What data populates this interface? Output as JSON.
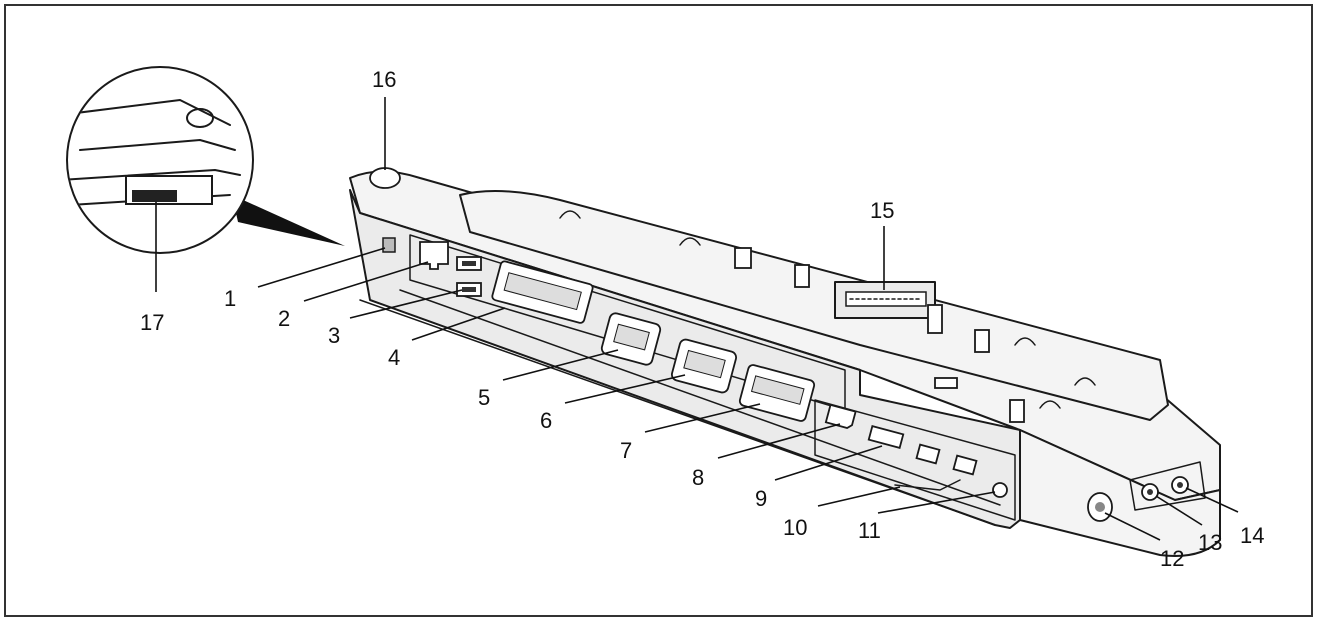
{
  "figure": {
    "callouts": [
      {
        "id": "1",
        "label": "1"
      },
      {
        "id": "2",
        "label": "2"
      },
      {
        "id": "3",
        "label": "3"
      },
      {
        "id": "4",
        "label": "4"
      },
      {
        "id": "5",
        "label": "5"
      },
      {
        "id": "6",
        "label": "6"
      },
      {
        "id": "7",
        "label": "7"
      },
      {
        "id": "8",
        "label": "8"
      },
      {
        "id": "9",
        "label": "9"
      },
      {
        "id": "10",
        "label": "10"
      },
      {
        "id": "11",
        "label": "11"
      },
      {
        "id": "12",
        "label": "12"
      },
      {
        "id": "13",
        "label": "13"
      },
      {
        "id": "14",
        "label": "14"
      },
      {
        "id": "15",
        "label": "15"
      },
      {
        "id": "16",
        "label": "16"
      },
      {
        "id": "17",
        "label": "17"
      }
    ]
  }
}
